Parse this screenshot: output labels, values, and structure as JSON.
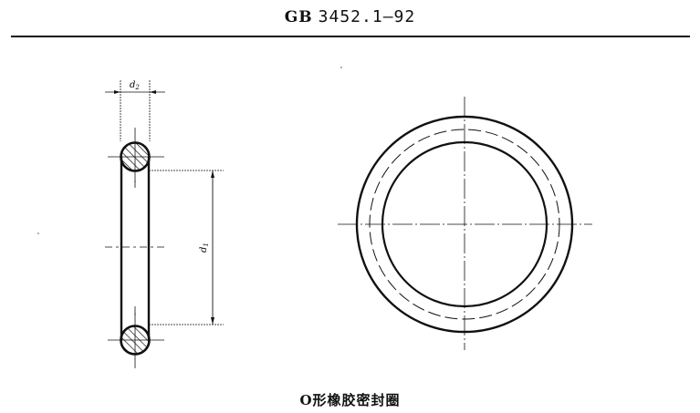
{
  "header": {
    "standard_prefix": "GB",
    "standard_number": "3452.1—92"
  },
  "drawing": {
    "side_view": {
      "dimension_d2_label": "d",
      "dimension_d2_sub": "2",
      "dimension_d1_label": "d",
      "dimension_d1_sub": "1"
    },
    "front_view": {
      "description": "O-ring front view: outer circle, dashed center circle, inner circle with center lines"
    }
  },
  "caption": {
    "text": "O形橡胶密封圈"
  },
  "colors": {
    "line": "#111111",
    "background": "#ffffff"
  }
}
